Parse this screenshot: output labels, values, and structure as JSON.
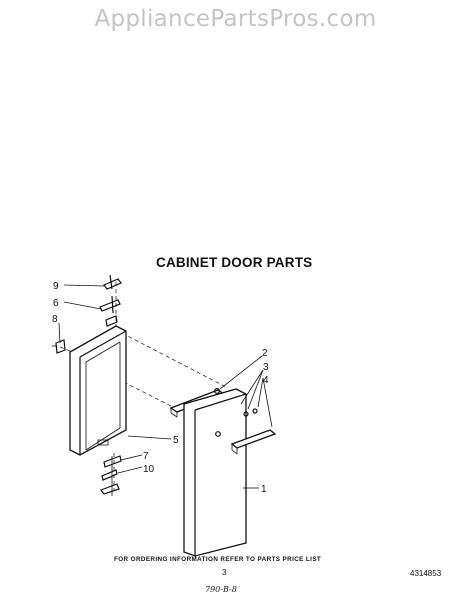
{
  "watermark": "AppliancePartsPros.com",
  "title": "CABINET DOOR PARTS",
  "callouts": [
    "9",
    "6",
    "8",
    "2",
    "3",
    "4",
    "5",
    "7",
    "10",
    "1"
  ],
  "footer": {
    "note": "FOR ORDERING INFORMATION REFER TO PARTS PRICE LIST",
    "page": "3",
    "part_number": "4314853",
    "handwritten": "790-B-8"
  }
}
